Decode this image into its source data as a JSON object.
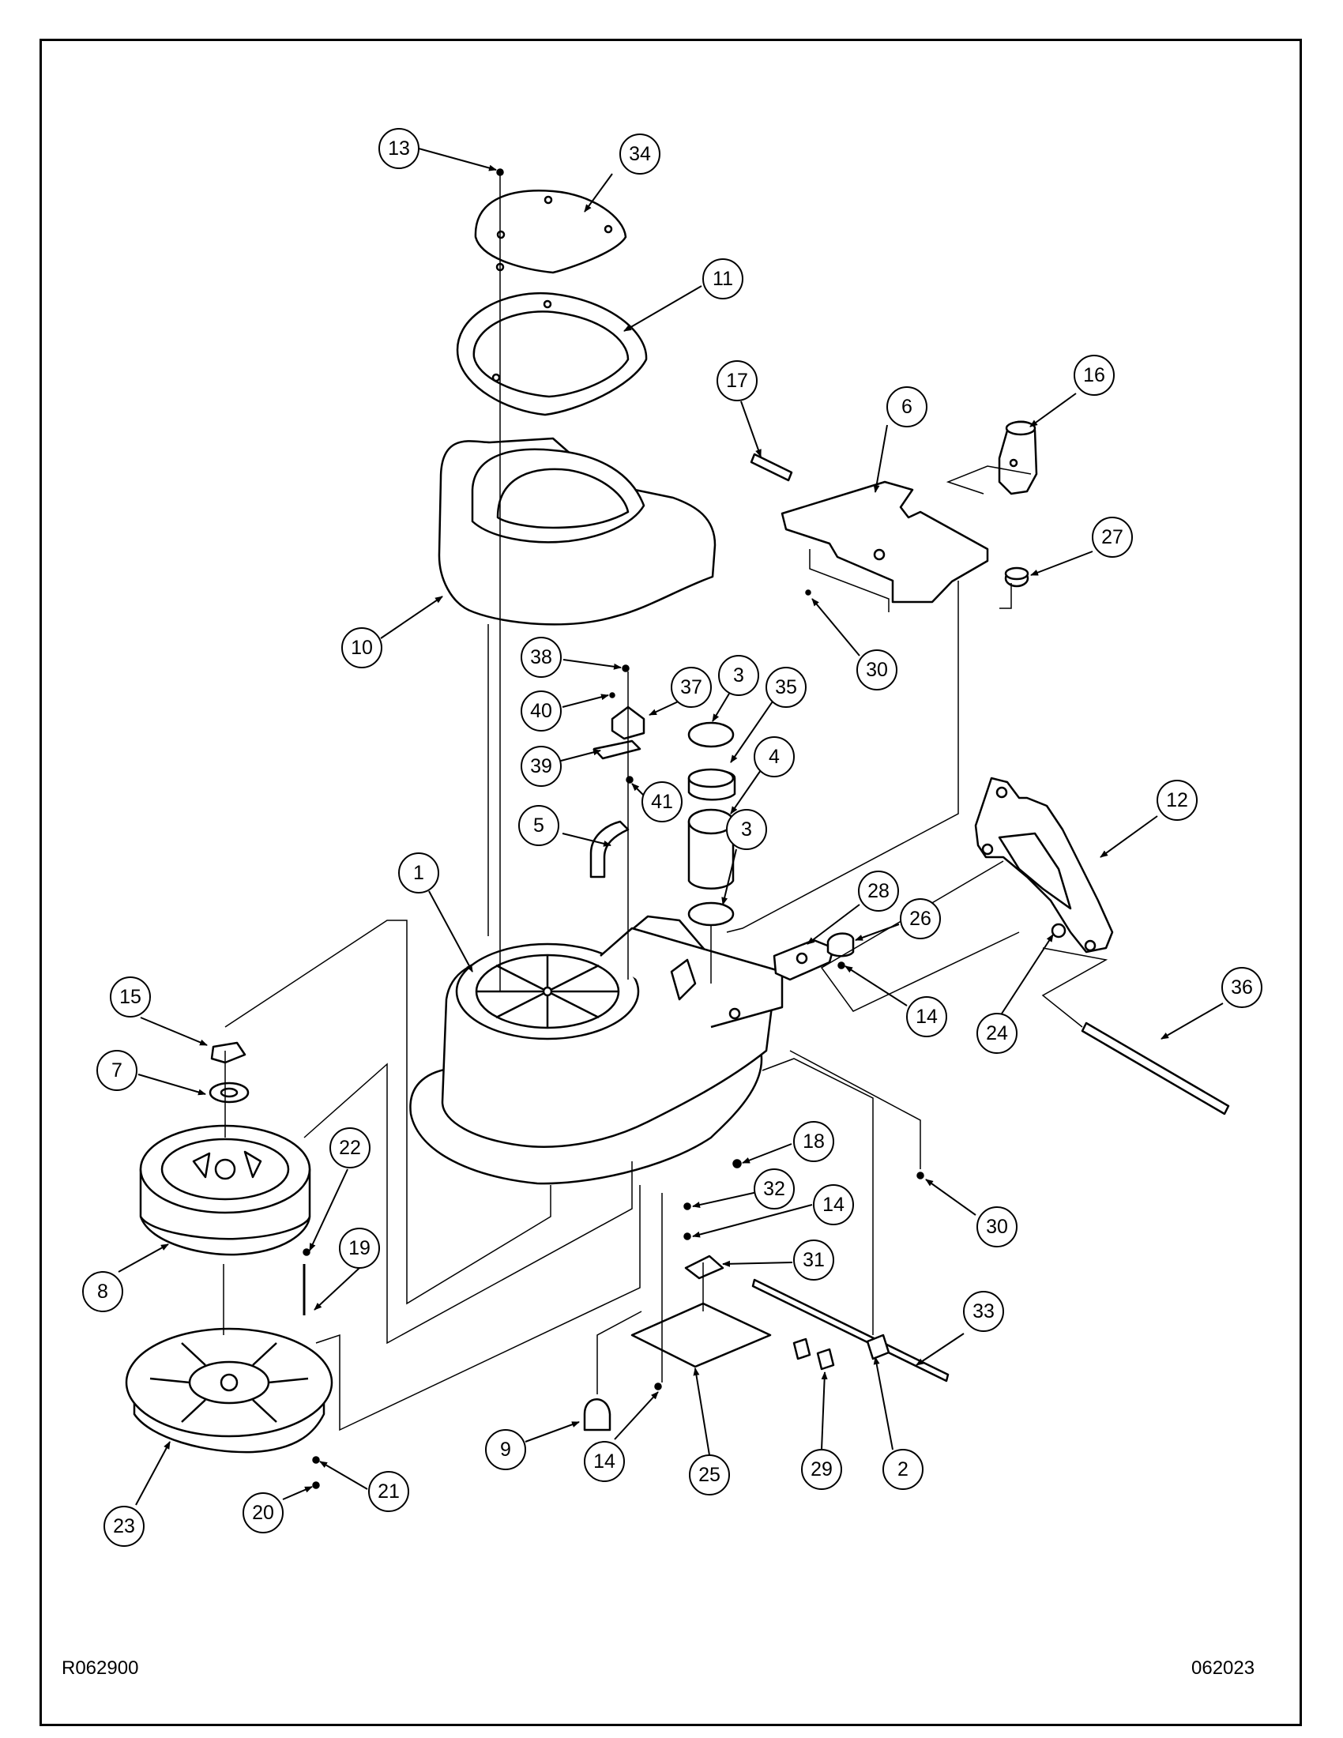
{
  "document": {
    "drawing_code": "R062900",
    "revision_code": "062023"
  },
  "callouts": [
    {
      "id": "c1",
      "number": "1"
    },
    {
      "id": "c2",
      "number": "2"
    },
    {
      "id": "c3a",
      "number": "3"
    },
    {
      "id": "c3b",
      "number": "3"
    },
    {
      "id": "c4",
      "number": "4"
    },
    {
      "id": "c5",
      "number": "5"
    },
    {
      "id": "c6",
      "number": "6"
    },
    {
      "id": "c7",
      "number": "7"
    },
    {
      "id": "c8",
      "number": "8"
    },
    {
      "id": "c9",
      "number": "9"
    },
    {
      "id": "c10",
      "number": "10"
    },
    {
      "id": "c11",
      "number": "11"
    },
    {
      "id": "c12",
      "number": "12"
    },
    {
      "id": "c13",
      "number": "13"
    },
    {
      "id": "c14a",
      "number": "14"
    },
    {
      "id": "c14b",
      "number": "14"
    },
    {
      "id": "c14c",
      "number": "14"
    },
    {
      "id": "c15",
      "number": "15"
    },
    {
      "id": "c16",
      "number": "16"
    },
    {
      "id": "c17",
      "number": "17"
    },
    {
      "id": "c18",
      "number": "18"
    },
    {
      "id": "c19",
      "number": "19"
    },
    {
      "id": "c20",
      "number": "20"
    },
    {
      "id": "c21",
      "number": "21"
    },
    {
      "id": "c22",
      "number": "22"
    },
    {
      "id": "c23",
      "number": "23"
    },
    {
      "id": "c24",
      "number": "24"
    },
    {
      "id": "c25",
      "number": "25"
    },
    {
      "id": "c26",
      "number": "26"
    },
    {
      "id": "c27",
      "number": "27"
    },
    {
      "id": "c28",
      "number": "28"
    },
    {
      "id": "c29",
      "number": "29"
    },
    {
      "id": "c30a",
      "number": "30"
    },
    {
      "id": "c30b",
      "number": "30"
    },
    {
      "id": "c31",
      "number": "31"
    },
    {
      "id": "c32",
      "number": "32"
    },
    {
      "id": "c33",
      "number": "33"
    },
    {
      "id": "c34",
      "number": "34"
    },
    {
      "id": "c35",
      "number": "35"
    },
    {
      "id": "c36",
      "number": "36"
    },
    {
      "id": "c37",
      "number": "37"
    },
    {
      "id": "c38",
      "number": "38"
    },
    {
      "id": "c39",
      "number": "39"
    },
    {
      "id": "c40",
      "number": "40"
    },
    {
      "id": "c41",
      "number": "41"
    }
  ]
}
